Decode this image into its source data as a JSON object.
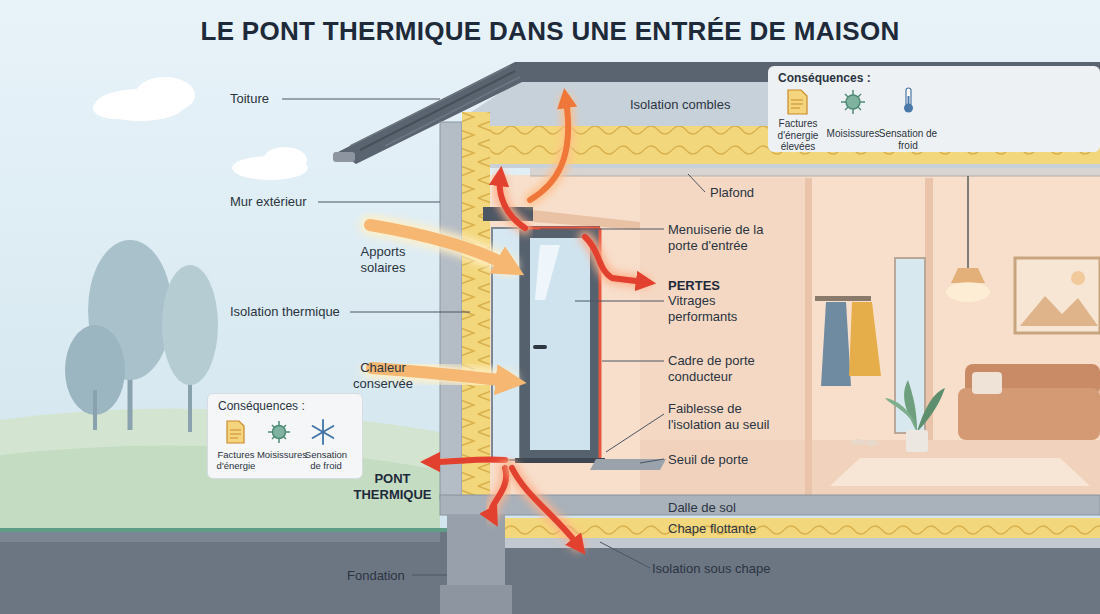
{
  "diagram": {
    "title": "LE PONT THERMIQUE DANS UNE ENTRÉE DE MAISON",
    "nodes": [
      {
        "text": [
          "Conséquences :",
          "Factures d'énergie élevées",
          "Moisissures",
          "Sensation de froid"
        ]
      },
      {
        "text": [
          "Conséquences :",
          "Factures d'énergie",
          "Moisissures",
          "Sensation de froid"
        ]
      }
    ],
    "labels": [
      "Toiture",
      "Isolation combles",
      "Mur extérieur",
      "Plafond",
      "Menuiserie de la porte d'entrée",
      "Apports solaires",
      "PERTES",
      "Vitrages performants",
      "Isolation thermique",
      "Cadre de porte conducteur",
      "Chaleur conservée",
      "Faiblesse de l'isolation au seuil",
      "Seuil de porte",
      "PONT THERMIQUE",
      "Dalle de sol",
      "Chape flottante",
      "Isolation sous chape",
      "Fondation"
    ]
  }
}
